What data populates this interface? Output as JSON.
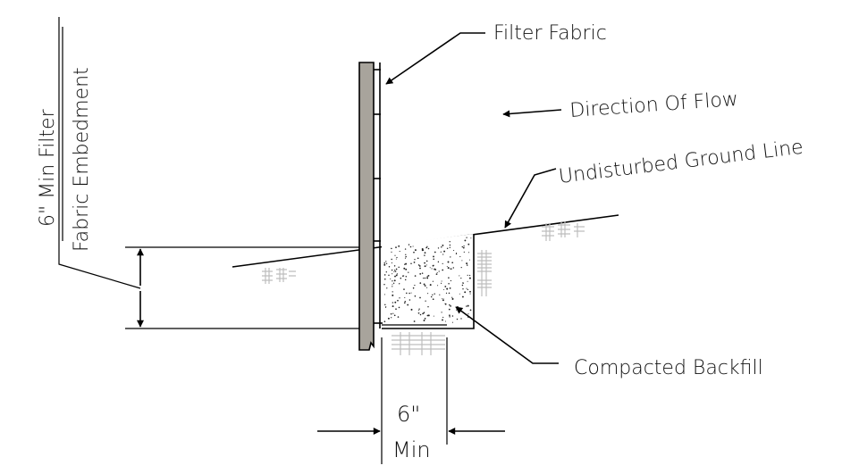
{
  "labels": {
    "filter_fabric": "Filter Fabric",
    "direction_of_flow": "Direction Of Flow",
    "undisturbed_ground_line": "Undisturbed Ground Line",
    "compacted_backfill": "Compacted Backfill",
    "embedment_line1": "6\" Min Filter",
    "embedment_line2": "Fabric Embedment",
    "trench_width_value": "6\"",
    "trench_width_min": "Min"
  },
  "colors": {
    "post_fill": "#a8a49c",
    "line": "#000000",
    "hatch": "#bdbdbd"
  }
}
